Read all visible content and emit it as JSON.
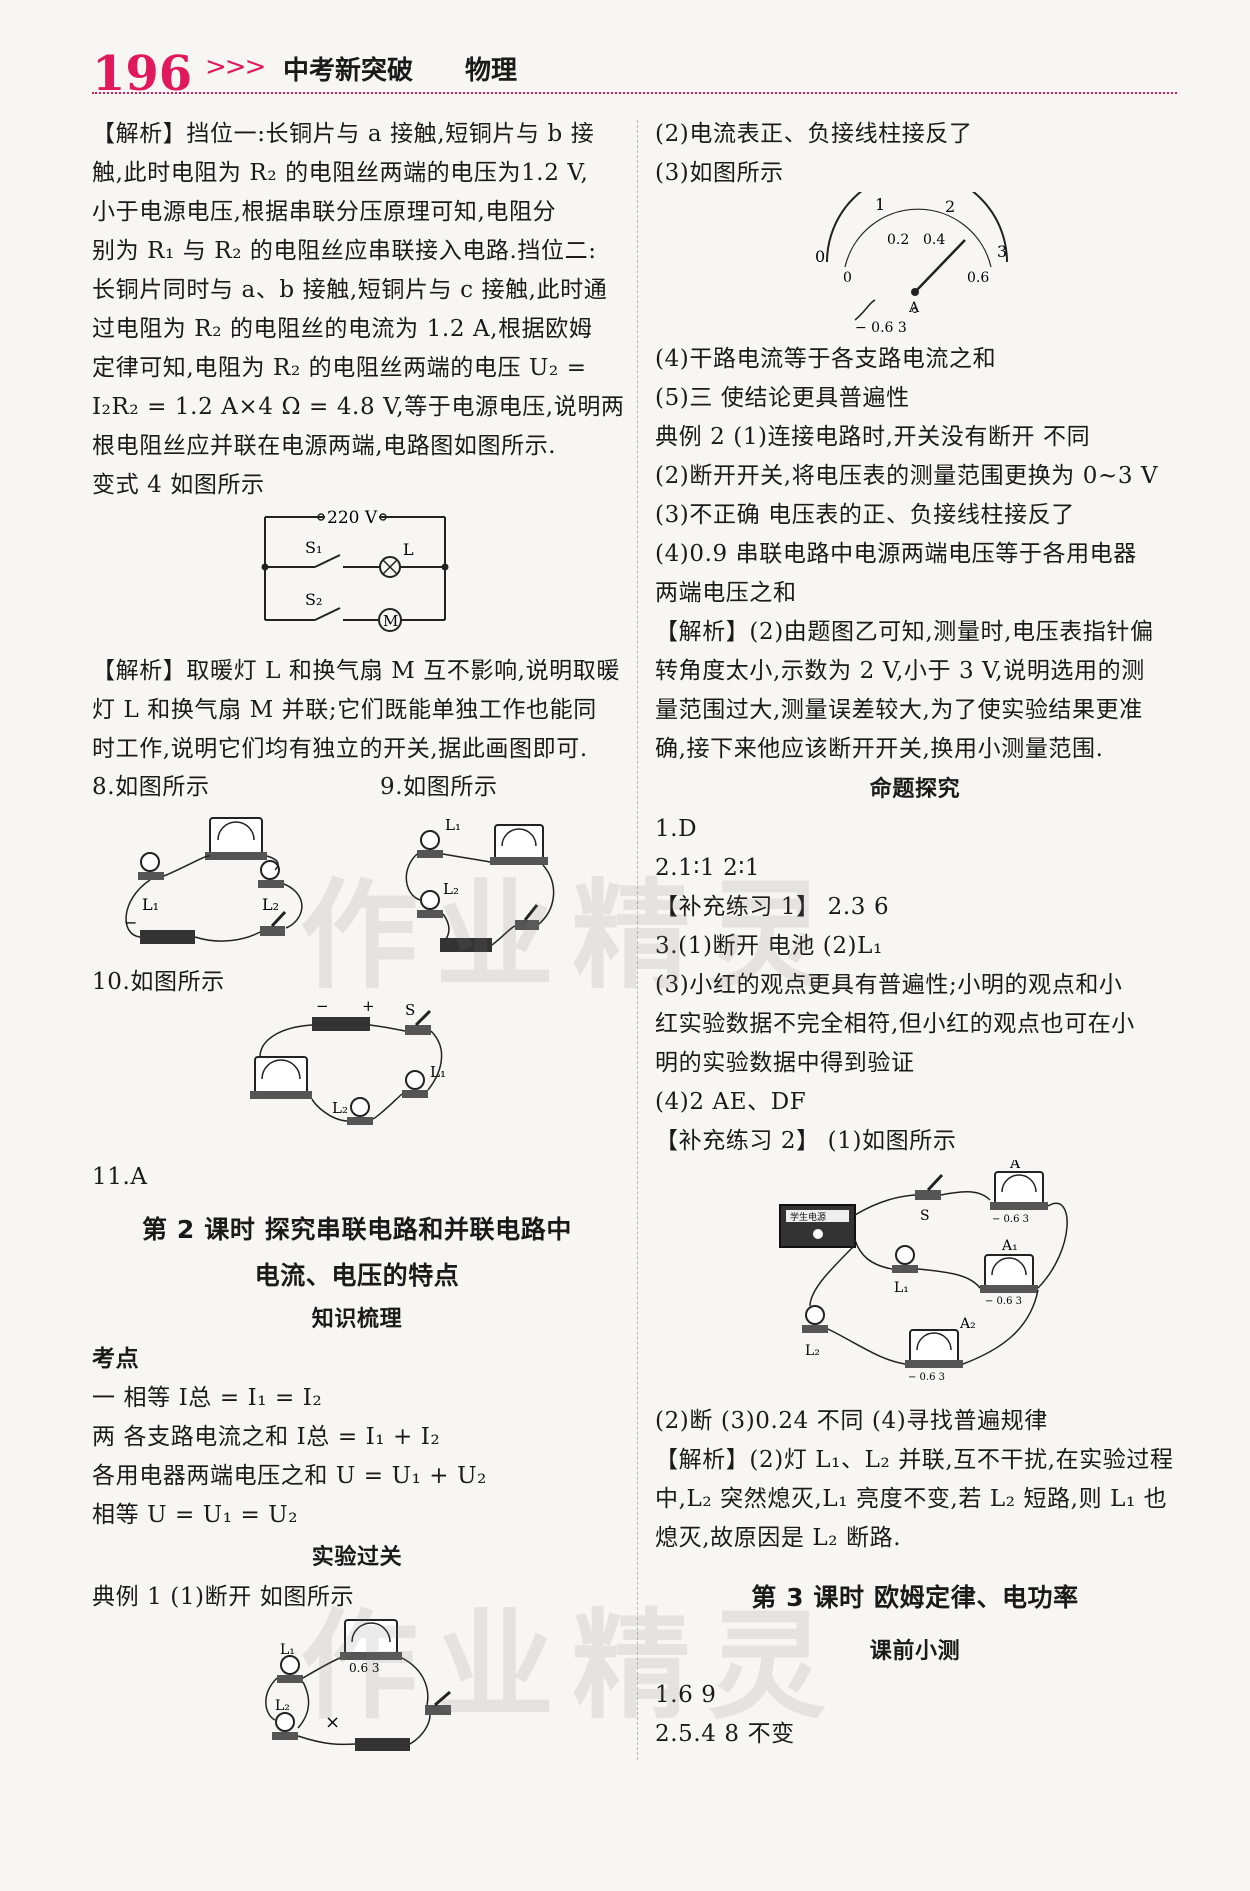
{
  "header": {
    "page_number": "196",
    "arrows": ">>>",
    "title": "中考新突破",
    "subject": "物理"
  },
  "watermark": "作业精灵",
  "left": {
    "lines": [
      "【解析】挡位一:长铜片与 a 接触,短铜片与 b 接",
      "触,此时电阻为 R₂ 的电阻丝两端的电压为1.2 V,",
      "小于电源电压,根据串联分压原理可知,电阻分",
      "别为 R₁ 与 R₂ 的电阻丝应串联接入电路.挡位二:",
      "长铜片同时与 a、b 接触,短铜片与 c 接触,此时通",
      "过电阻为 R₂ 的电阻丝的电流为 1.2 A,根据欧姆",
      "定律可知,电阻为 R₂ 的电阻丝两端的电压 U₂ =",
      "I₂R₂ = 1.2 A×4 Ω = 4.8 V,等于电源电压,说明两",
      "根电阻丝应并联在电源两端,电路图如图所示."
    ],
    "variant4": "变式 4   如图所示",
    "circuit4": {
      "voltage": "220 V",
      "s1": "S₁",
      "s2": "S₂",
      "lamp": "L",
      "motor": "M"
    },
    "analysis2": [
      "【解析】取暖灯 L 和换气扇 M 互不影响,说明取暖",
      "灯 L 和换气扇 M 并联;它们既能单独工作也能同",
      "时工作,说明它们均有独立的开关,据此画图即可."
    ],
    "q8": "8.如图所示",
    "q9": "9.如图所示",
    "q10": "10.如图所示",
    "q11": "11.A",
    "lesson_title_1": "第 2 课时   探究串联电路和并联电路中",
    "lesson_title_2": "电流、电压的特点",
    "knowledge": "知识梳理",
    "kaodian": "考点",
    "k_lines": [
      "一    相等    I总 = I₁ = I₂",
      "两    各支路电流之和    I总 = I₁ + I₂",
      "各用电器两端电压之和    U = U₁ + U₂",
      "相等    U = U₁ = U₂"
    ],
    "experiment": "实验过关",
    "example1": "典例 1   (1)断开    如图所示",
    "labels": {
      "l1": "L₁",
      "l2": "L₂",
      "meter_scale": "0.6  3",
      "cross": "×",
      "minus": "−",
      "plus": "+",
      "s": "S"
    }
  },
  "right": {
    "lines_a": [
      "(2)电流表正、负接线柱接反了",
      "(3)如图所示"
    ],
    "meter": {
      "scale_top": [
        "1",
        "2"
      ],
      "scale_inner": [
        "0",
        "0.2",
        "0.4",
        "0.6"
      ],
      "scale_outer": [
        "0",
        "3"
      ],
      "terminal_a": "A",
      "terminal_labels": "−   0.6   3"
    },
    "lines_b": [
      "(4)干路电流等于各支路电流之和",
      "(5)三    使结论更具普遍性",
      "典例 2   (1)连接电路时,开关没有断开     不同",
      "(2)断开开关,将电压表的测量范围更换为 0~3 V",
      "(3)不正确    电压表的正、负接线柱接反了",
      "(4)0.9    串联电路中电源两端电压等于各用电器",
      "两端电压之和",
      "【解析】(2)由题图乙可知,测量时,电压表指针偏",
      "转角度太小,示数为 2 V,小于 3 V,说明选用的测",
      "量范围过大,测量误差较大,为了使实验结果更准",
      "确,接下来他应该断开开关,换用小测量范围."
    ],
    "proposition": "命题探究",
    "lines_c": [
      "1.D",
      "2.1∶1    2∶1",
      "【补充练习 1】   2.3    6",
      "3.(1)断开    电池    (2)L₁",
      "  (3)小红的观点更具有普遍性;小明的观点和小",
      "  红实验数据不完全相符,但小红的观点也可在小",
      "  明的实验数据中得到验证",
      "  (4)2    AE、DF",
      "【补充练习 2】   (1)如图所示"
    ],
    "circuit_labels": {
      "a": "A",
      "a1": "A₁",
      "a2": "A₂",
      "s": "S",
      "l1": "L₁",
      "l2": "L₂",
      "scale": "− 0.6 3",
      "supply": "学生电源"
    },
    "lines_d": [
      "(2)断    (3)0.24    不同    (4)寻找普遍规律",
      "【解析】(2)灯 L₁、L₂ 并联,互不干扰,在实验过程",
      "中,L₂ 突然熄灭,L₁ 亮度不变,若 L₂ 短路,则 L₁ 也",
      "熄灭,故原因是 L₂ 断路."
    ],
    "lesson3": "第 3 课时   欧姆定律、电功率",
    "pretest": "课前小测",
    "lines_e": [
      "1.6    9",
      "2.5.4    8    不变"
    ]
  }
}
